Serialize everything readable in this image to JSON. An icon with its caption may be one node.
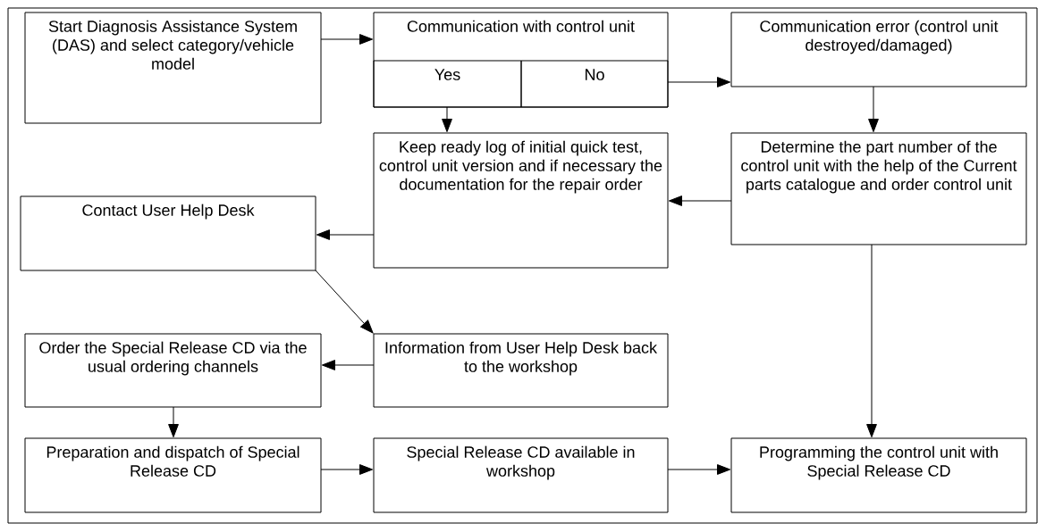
{
  "diagram": {
    "nodes": [
      {
        "text": [
          "Start Diagnosis Assistance System (DAS) and select category/vehicle model"
        ]
      },
      {
        "text": [
          "Communication with control unit"
        ]
      },
      {
        "text": [
          "Yes"
        ],
        "in": 1
      },
      {
        "text": [
          "No"
        ],
        "in": 1
      },
      {
        "text": [
          "Communication error (control unit destroyed/damaged)"
        ]
      },
      {
        "text": [
          "Keep ready log of initial quick test, control unit version and if necessary the documentation for the repair order"
        ]
      },
      {
        "text": [
          "Determine the part number of the control unit with the help of the Current parts catalogue and order control unit"
        ]
      },
      {
        "text": [
          "Contact User Help Desk"
        ]
      },
      {
        "text": [
          "Order the Special Release CD via the usual ordering channels"
        ]
      },
      {
        "text": [
          "Information from User Help Desk back to the workshop"
        ]
      },
      {
        "text": [
          "Preparation and dispatch of Special Release CD"
        ]
      },
      {
        "text": [
          "Special Release CD available in workshop"
        ]
      },
      {
        "text": [
          "Programming the control unit with Special Release CD"
        ]
      }
    ],
    "edges": [
      {
        "from": 0,
        "to": 1,
        "arrow": "to"
      },
      {
        "from": 3,
        "to": 4,
        "arrow": "to"
      },
      {
        "from": 2,
        "to": 5,
        "arrow": "to"
      },
      {
        "from": 4,
        "to": 6,
        "arrow": "to"
      },
      {
        "from": 6,
        "to": 5,
        "arrow": "to"
      },
      {
        "from": 5,
        "to": 7,
        "arrow": "to"
      },
      {
        "from": 7,
        "to": 9,
        "arrow": "to"
      },
      {
        "from": 9,
        "to": 8,
        "arrow": "to"
      },
      {
        "from": 8,
        "to": 10,
        "arrow": "to"
      },
      {
        "from": 10,
        "to": 11,
        "arrow": "to"
      },
      {
        "from": 11,
        "to": 12,
        "arrow": "to"
      },
      {
        "from": 6,
        "to": 12,
        "arrow": "to"
      }
    ]
  }
}
